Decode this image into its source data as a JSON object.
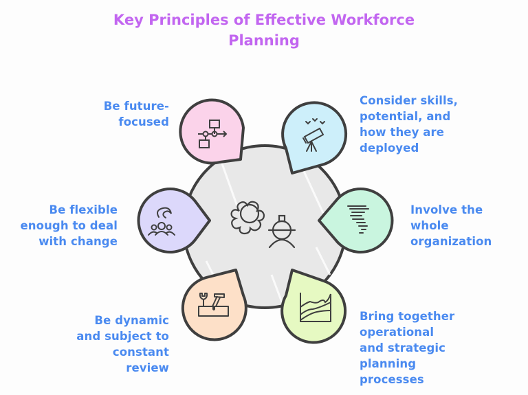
{
  "title": {
    "line1": "Key Principles of Effective Workforce",
    "line2": "Planning",
    "color": "#c266f0"
  },
  "center": {
    "icon": "gear-worker-icon",
    "fill": "#e8e8e8"
  },
  "label_color": "#4a8af0",
  "principles": [
    {
      "id": "future-focused",
      "icon": "flowchart-icon",
      "color": "#fbd3ea",
      "lines": [
        "Be future-",
        "focused"
      ]
    },
    {
      "id": "skills",
      "icon": "telescope-icon",
      "color": "#cdeffa",
      "lines": [
        "Consider skills,",
        "potential, and",
        "how they are",
        "deployed"
      ]
    },
    {
      "id": "flexible",
      "icon": "people-group-icon",
      "color": "#dcd8fb",
      "lines": [
        "Be flexible",
        "enough to deal",
        "with change"
      ]
    },
    {
      "id": "involve",
      "icon": "tornado-icon",
      "color": "#c9f5df",
      "lines": [
        "Involve the",
        "whole",
        "organization"
      ]
    },
    {
      "id": "dynamic",
      "icon": "toolbox-icon",
      "color": "#fde0c8",
      "lines": [
        "Be dynamic",
        "and subject to",
        "constant",
        "review"
      ]
    },
    {
      "id": "bring-together",
      "icon": "area-chart-icon",
      "color": "#e6f9c2",
      "lines": [
        "Bring together",
        "operational",
        "and strategic",
        "planning",
        "processes"
      ]
    }
  ]
}
